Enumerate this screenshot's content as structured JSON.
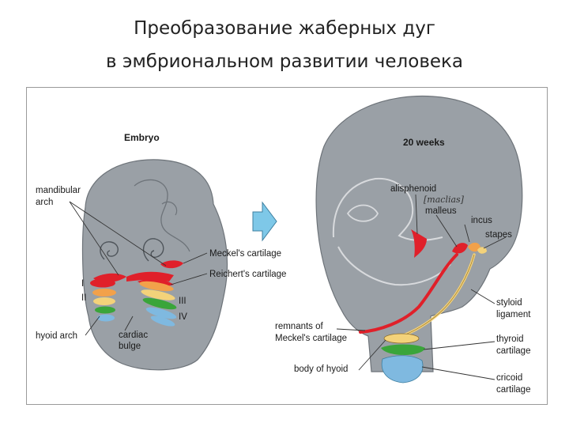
{
  "slide": {
    "title_line1": "Преобразование жаберных дуг",
    "title_line2": "в эмбриональном развитии человека"
  },
  "diagram": {
    "embryo": {
      "heading": "Embryo",
      "labels": {
        "mandibular_arch_1": "mandibular",
        "mandibular_arch_2": "arch",
        "meckels": "Meckel's cartilage",
        "reicherts": "Reichert's cartilage",
        "arch_I": "I",
        "arch_II": "II",
        "arch_III": "III",
        "arch_IV": "IV",
        "hyoid_arch": "hyoid arch",
        "cardiac_1": "cardiac",
        "cardiac_2": "bulge"
      }
    },
    "fetus": {
      "heading": "20 weeks",
      "labels": {
        "alisphenoid": "alisphenoid",
        "handwritten": "[maclias]",
        "malleus": "malleus",
        "incus": "incus",
        "stapes": "stapes",
        "styloid_1": "styloid",
        "styloid_2": "ligament",
        "remnants_1": "remnants of",
        "remnants_2": "Meckel's cartilage",
        "thyroid_1": "thyroid",
        "thyroid_2": "cartilage",
        "body_hyoid": "body of hyoid",
        "cricoid_1": "cricoid",
        "cricoid_2": "cartilage"
      }
    },
    "colors": {
      "tissue": "#9aa0a6",
      "tissue_dark": "#6d7379",
      "red": "#e0202a",
      "orange": "#f2a14a",
      "yellow": "#f3d27a",
      "green": "#3aa53a",
      "blue": "#7fb9e0",
      "arrow": "#7ec8e8"
    }
  }
}
